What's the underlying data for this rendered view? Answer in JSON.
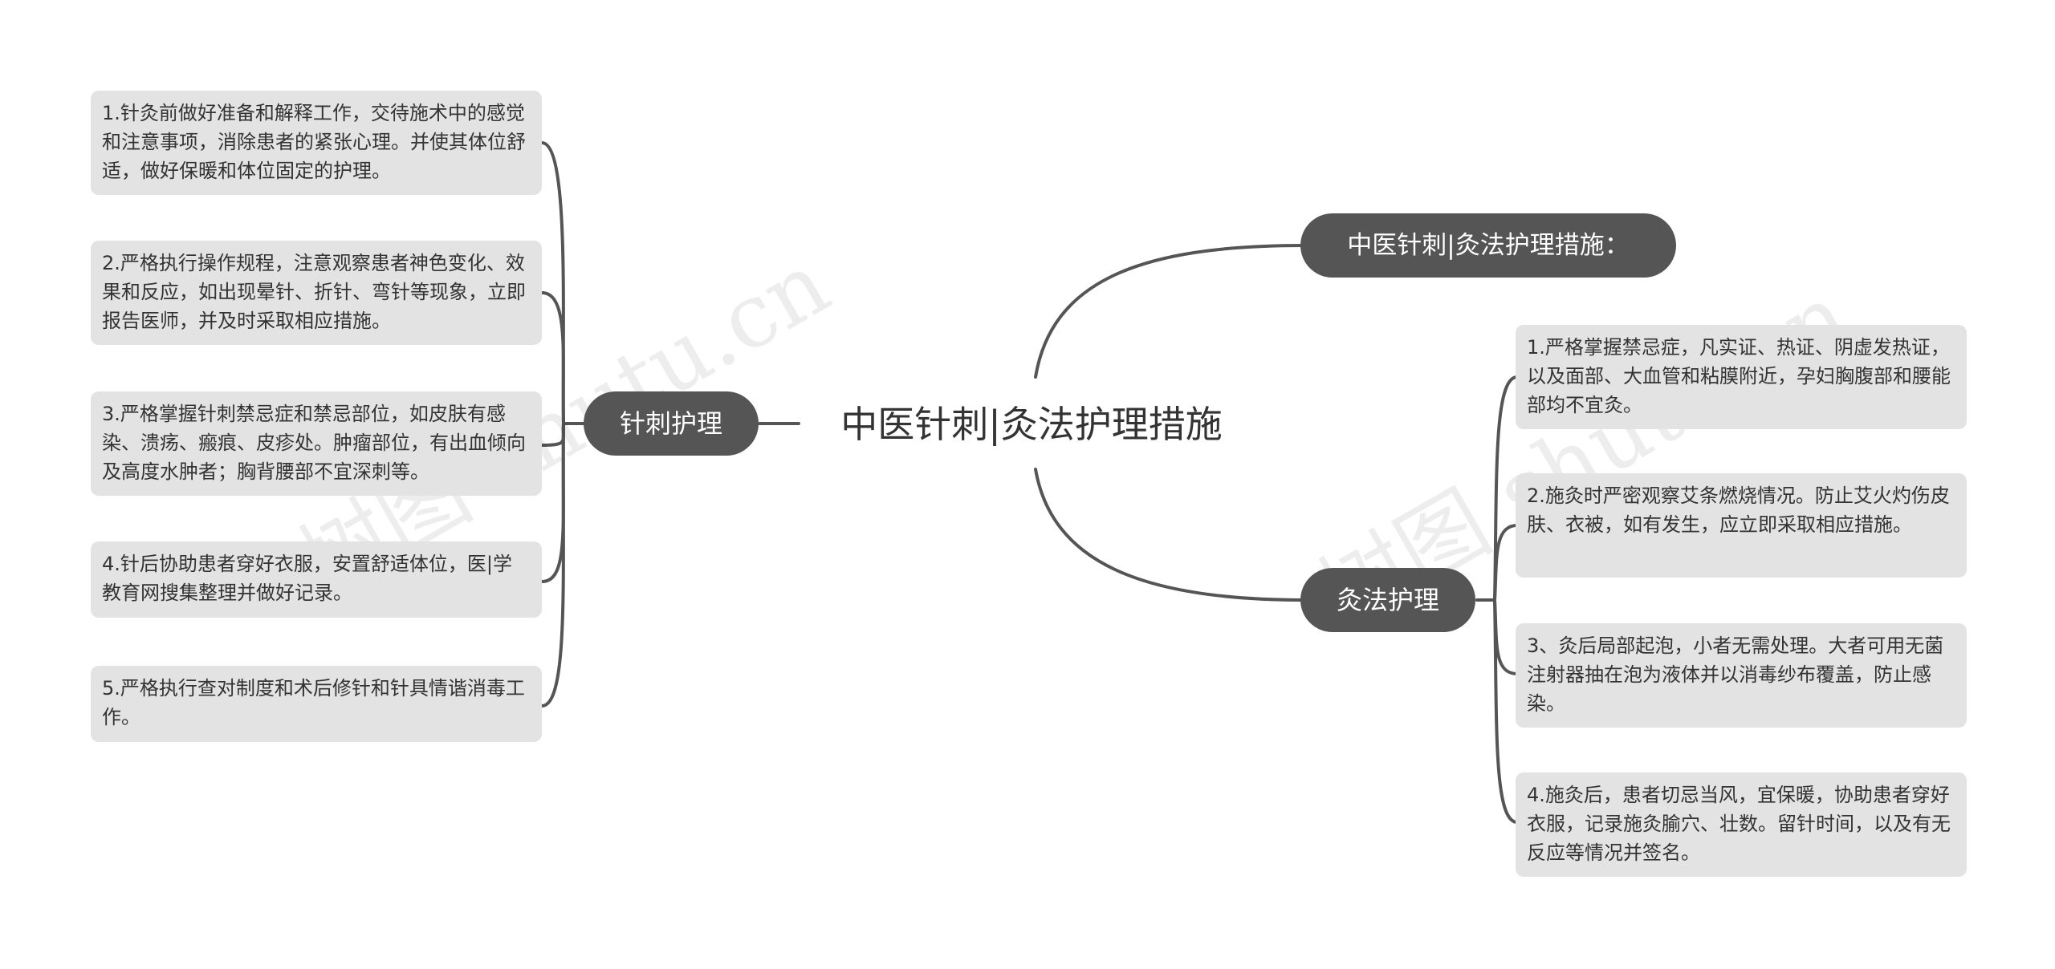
{
  "root": {
    "label": "中医针刺|灸法护理措施"
  },
  "left_branch": {
    "label": "针刺护理",
    "items": [
      "1.针灸前做好准备和解释工作，交待施术中的感觉和注意事项，消除患者的紧张心理。并使其体位舒适，做好保暖和体位固定的护理。",
      "2.严格执行操作规程，注意观察患者神色变化、效果和反应，如出现晕针、折针、弯针等现象，立即报告医师，并及时采取相应措施。",
      "3.严格掌握针刺禁忌症和禁忌部位，如皮肤有感染、溃疡、瘢痕、皮疹处。肿瘤部位，有出血倾向及高度水肿者；胸背腰部不宜深刺等。",
      "4.针后协助患者穿好衣服，安置舒适体位，医|学教育网搜集整理并做好记录。",
      "5.严格执行查对制度和术后修针和针具情谐消毒工作。"
    ]
  },
  "right_top": {
    "label": "中医针刺|灸法护理措施："
  },
  "right_branch": {
    "label": "灸法护理",
    "items": [
      "1.严格掌握禁忌症，凡实证、热证、阴虚发热证，以及面部、大血管和粘膜附近，孕妇胸腹部和腰能部均不宜灸。",
      "2.施灸时严密观察艾条燃烧情况。防止艾火灼伤皮肤、衣被，如有发生，应立即采取相应措施。",
      "3、灸后局部起泡，小者无需处理。大者可用无菌注射器抽在泡为液体并以消毒纱布覆盖，防止感染。",
      "4.施灸后，患者切忌当风，宜保暖，协助患者穿好衣服，记录施灸腧穴、壮数。留针时间，以及有无反应等情况并签名。"
    ]
  },
  "watermarks": [
    "树图 shutu.cn",
    "树图 shutu.cn"
  ],
  "colors": {
    "branch": "#555555",
    "leaf": "#e3e3e3",
    "line": "#555555"
  }
}
